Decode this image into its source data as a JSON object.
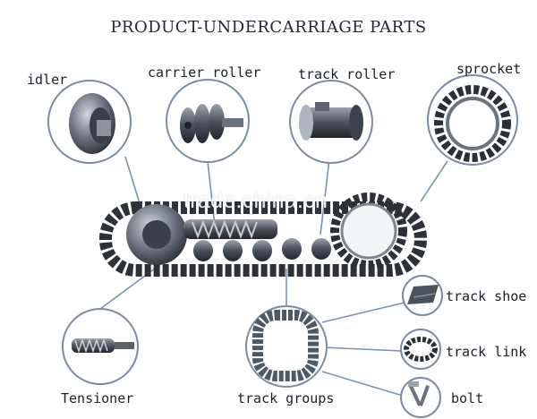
{
  "title": "PRODUCT-UNDERCARRIAGE PARTS",
  "watermark": "trade.china.cn",
  "parts": {
    "idler": "idler",
    "carrier_roller": "carrier roller",
    "track_roller": "track roller",
    "sprocket": "sprocket",
    "tensioner": "Tensioner",
    "track_groups": "track groups",
    "track_shoe": "track shoe",
    "track_link": "track link",
    "bolt": "bolt"
  },
  "colors": {
    "title": "#24243a",
    "metal_dark": "#2e3138",
    "metal_mid": "#5c6470",
    "metal_light": "#b8c0ca",
    "leader": "#7d93ad"
  }
}
